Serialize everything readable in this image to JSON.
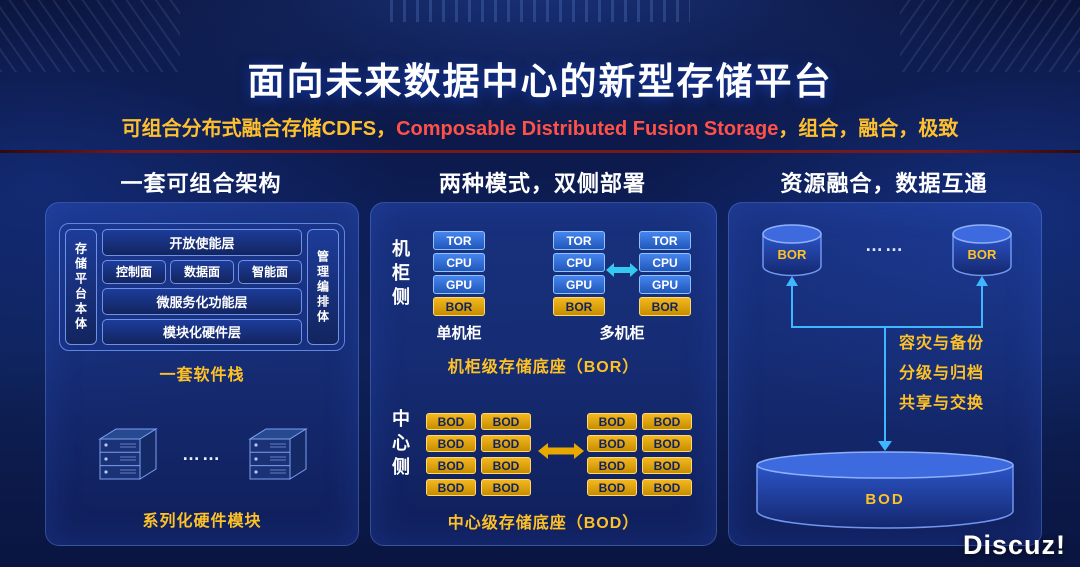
{
  "title": "面向未来数据中心的新型存储平台",
  "subtitle": {
    "part1": "可组合分布式融合存储CDFS，",
    "part2": "Composable Distributed Fusion Storage",
    "part3": "，组合，融合，极致"
  },
  "watermark": "Discuz!",
  "colors": {
    "background": "#0d1d55",
    "gold": "#ffc226",
    "english_accent": "#ff5148",
    "divider_red": "#75191f",
    "cyan_arrow": "#35c8f0",
    "gold_arrow": "#e8a800",
    "chip_blue": "#2f6ad4",
    "chip_gold": "#e2a602"
  },
  "sections": {
    "architecture": {
      "header": "一套可组合架构",
      "left_vertical": "存储平台本体",
      "right_vertical": "管理编排体",
      "open_layer": "开放使能层",
      "planes": [
        "控制面",
        "数据面",
        "智能面"
      ],
      "microservice_layer": "微服务化功能层",
      "hardware_layer": "模块化硬件层",
      "software_caption": "一套软件栈",
      "ellipsis": "……",
      "hardware_caption": "系列化硬件模块"
    },
    "deployment": {
      "header": "两种模式，双侧部署",
      "rack_side": "机柜侧",
      "stack": [
        "TOR",
        "CPU",
        "GPU",
        "BOR"
      ],
      "single_rack": "单机柜",
      "multi_rack": "多机柜",
      "rack_caption": "机柜级存储底座（BOR）",
      "center_side": "中心侧",
      "bod": "BOD",
      "center_caption": "中心级存储底座（BOD）"
    },
    "fusion": {
      "header": "资源融合，数据互通",
      "bor": "BOR",
      "ellipsis": "……",
      "features": [
        "容灾与备份",
        "分级与归档",
        "共享与交换"
      ],
      "bod": "BOD"
    }
  }
}
